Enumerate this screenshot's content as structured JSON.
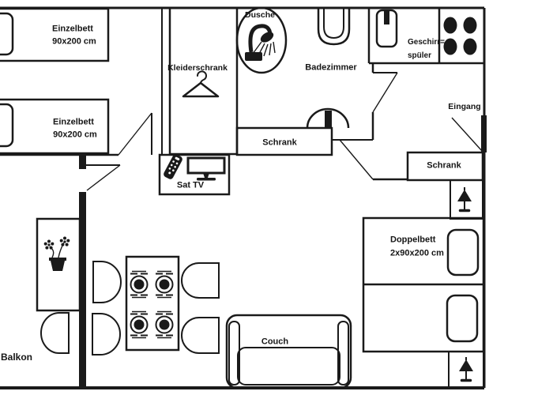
{
  "colors": {
    "background": "#ffffff",
    "ink": "#1a1a1a"
  },
  "labels": {
    "bed1_name": "Einzelbett",
    "bed1_size": "90x200 cm",
    "bed2_name": "Einzelbett",
    "bed2_size": "90x200 cm",
    "wardrobe": "Kleiderschrank",
    "shower": "Dusche",
    "bathroom": "Badezimmer",
    "bath_cabinet": "Schrank",
    "dishwasher_line1": "Geschirr=",
    "dishwasher_line2": "spüler",
    "entrance": "Eingang",
    "hall_cabinet": "Schrank",
    "double_bed_name": "Doppelbett",
    "double_bed_size": "2x90x200 cm",
    "couch": "Couch",
    "tv": "Sat TV",
    "balcony": "Balkon"
  },
  "icons": {
    "hanger": "clothes-hanger",
    "shower_head": "shower-head",
    "toilet": "toilet",
    "washbasin": "washbasin-with-tap",
    "kitchen_sink": "sink-with-tap",
    "stove": "stove-4-burners",
    "table_lamp": "table-lamp",
    "tv": "flatscreen-tv-with-stand",
    "remote": "remote-control",
    "plant": "potted-plant",
    "place_setting": "plate-with-cutlery",
    "chair": "half-round-chair",
    "pillow": "bed-pillow",
    "door": "door-swing"
  }
}
